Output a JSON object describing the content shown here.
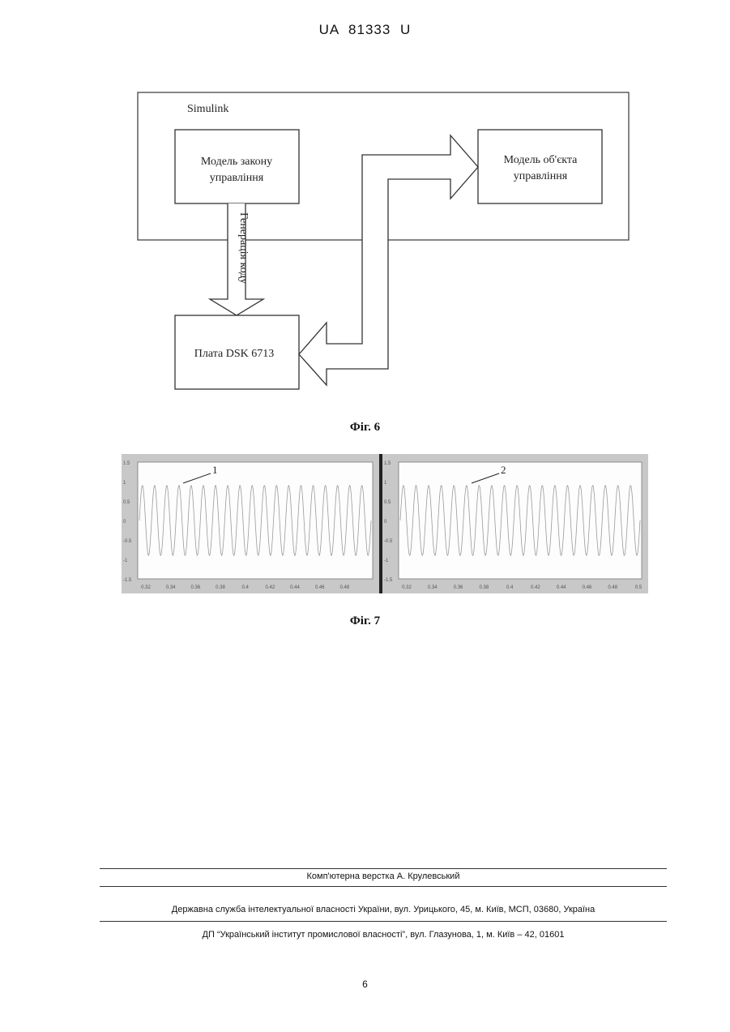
{
  "header": {
    "code": "UA   81333   U"
  },
  "figure6": {
    "outer_label": "Simulink",
    "block_control_law": [
      "Модель закону",
      "управління"
    ],
    "block_object_model": [
      "Модель об'єкта",
      "управління"
    ],
    "block_board": "Плата DSK 6713",
    "arrow_label": "Генерація коду",
    "caption": "Фіг. 6"
  },
  "figure7": {
    "caption": "Фіг. 7",
    "panels": [
      {
        "curve_label": "1",
        "y_ticks": [
          "1.5",
          "1",
          "0.5",
          "0",
          "-0.5",
          "-1",
          "-1.5"
        ],
        "x_ticks": [
          "0.32",
          "0.34",
          "0.36",
          "0.38",
          "0.4",
          "0.42",
          "0.44",
          "0.46",
          "0.48"
        ]
      },
      {
        "curve_label": "2",
        "y_ticks": [
          "1.5",
          "1",
          "0.5",
          "0",
          "-0.5",
          "-1",
          "-1.5"
        ],
        "x_ticks": [
          "0.32",
          "0.34",
          "0.36",
          "0.38",
          "0.4",
          "0.42",
          "0.44",
          "0.46",
          "0.48",
          "0.5"
        ]
      }
    ]
  },
  "footer": {
    "layout_credit": "Комп'ютерна верстка А. Крулевський",
    "state_service": "Державна служба інтелектуальної власності України, вул. Урицького, 45, м. Київ, МСП, 03680, Україна",
    "institute": "ДП “Український інститут промислової власності”, вул. Глазунова, 1, м. Київ – 42, 01601",
    "page_number": "6"
  }
}
